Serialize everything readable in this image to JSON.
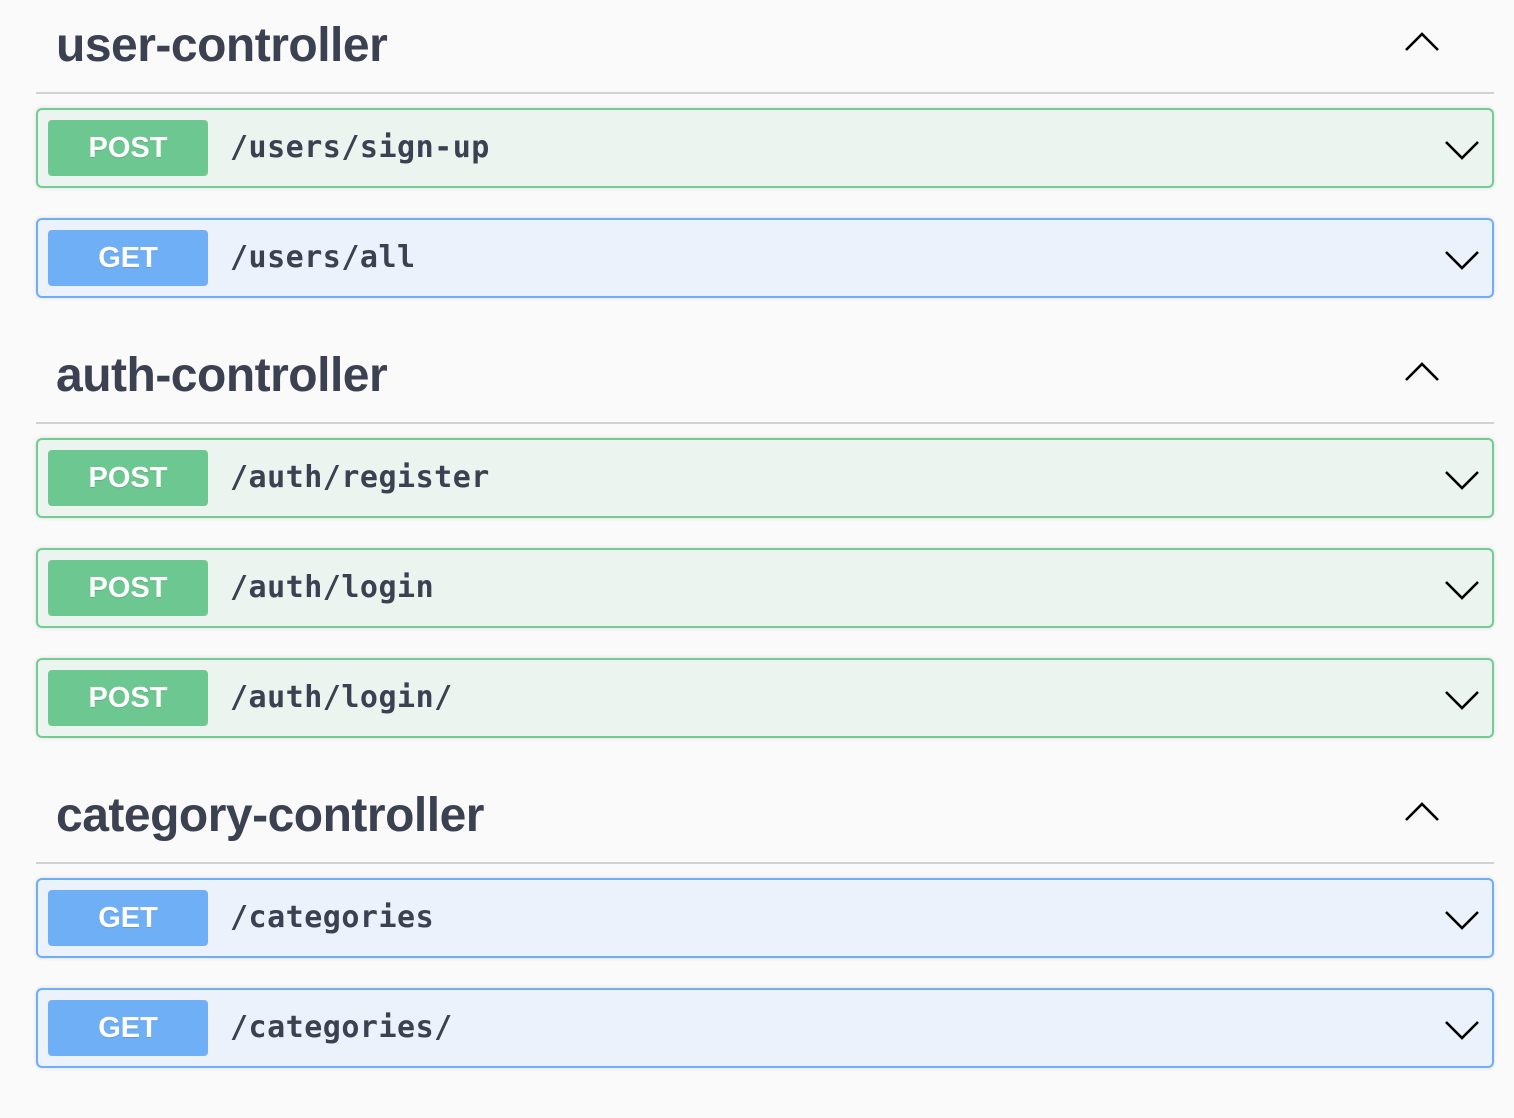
{
  "sections": [
    {
      "title": "user-controller",
      "operations": [
        {
          "method": "POST",
          "path": "/users/sign-up"
        },
        {
          "method": "GET",
          "path": "/users/all"
        }
      ]
    },
    {
      "title": "auth-controller",
      "operations": [
        {
          "method": "POST",
          "path": "/auth/register"
        },
        {
          "method": "POST",
          "path": "/auth/login"
        },
        {
          "method": "POST",
          "path": "/auth/login/"
        }
      ]
    },
    {
      "title": "category-controller",
      "operations": [
        {
          "method": "GET",
          "path": "/categories"
        },
        {
          "method": "GET",
          "path": "/categories/"
        }
      ]
    }
  ],
  "icons": {
    "section_toggle": "chevron-up-icon",
    "operation_toggle": "chevron-down-icon"
  },
  "colors": {
    "post_badge": "#6cc790",
    "post_border": "#73cc94",
    "post_background": "#ebf4ef",
    "get_badge": "#6faff6",
    "get_border": "#6eaef5",
    "get_background": "#ebf2fb",
    "heading_text": "#3b4151"
  }
}
